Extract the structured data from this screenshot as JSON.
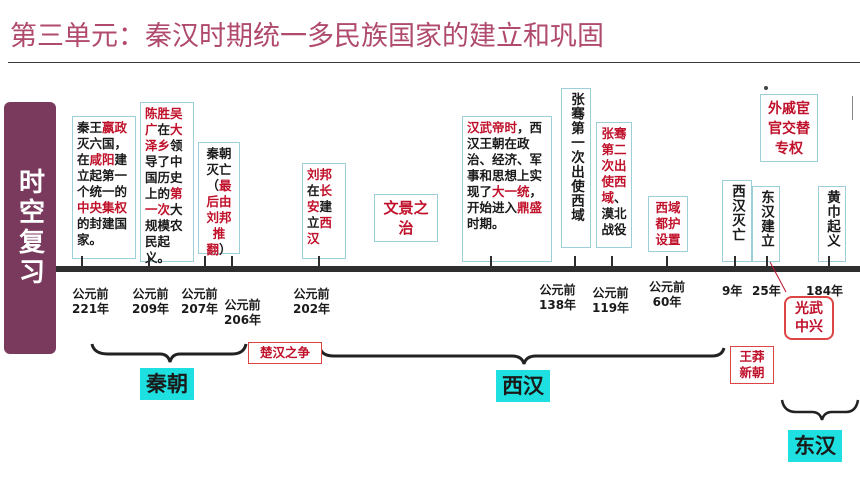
{
  "title": "第三单元：秦汉时期统一多民族国家的建立和巩固",
  "side_label": "时空复习",
  "events": {
    "qin_unify": {
      "p1": "秦王",
      "r1": "嬴政",
      "p2": "灭六国，在",
      "r2": "咸阳",
      "p3": "建立起第一个统一的",
      "r3": "中央集权",
      "p4": "的封建国家。"
    },
    "chen_wu": {
      "r1": "陈胜吴广",
      "p1": "在",
      "r2": "大泽乡",
      "p2": "领导了中国历史上的",
      "r3": "第一次",
      "p3": "大规模农民起义。"
    },
    "qin_fall": {
      "p1": "秦朝灭亡（",
      "r1": "最后由刘邦推翻",
      "p2": "）"
    },
    "liu_bang": {
      "r1": "刘邦",
      "p1": "在",
      "r2": "长安",
      "p2": "建立",
      "r3": "西汉"
    },
    "wenjing": "文景之治",
    "wudi": {
      "r1": "汉武帝时",
      "p1": "，西汉王朝在政治、经济、军事和思想上实现了",
      "r2": "大一统",
      "p2": "，开始进入",
      "r3": "鼎盛",
      "p3": "时期。"
    },
    "zhang_qian_1": "张骞第一次出使西域",
    "zhang_qian_2": {
      "r1": "张骞第二次出使西域",
      "p1": "、漠北战役"
    },
    "xiyu": "西域都护设置",
    "xihan_fall": "西汉灭亡",
    "donghan_found": "东汉建立",
    "waiqi": "外戚宦官交替专权",
    "huangjin": "黄巾起义"
  },
  "dates": [
    {
      "l1": "公元前",
      "l2": "221年"
    },
    {
      "l1": "公元前",
      "l2": "209年"
    },
    {
      "l1": "公元前",
      "l2": "207年"
    },
    {
      "l1": "公元前",
      "l2": "206年"
    },
    {
      "l1": "公元前",
      "l2": "202年"
    },
    {
      "l1": "公元前",
      "l2": "138年"
    },
    {
      "l1": "公元前",
      "l2": "119年"
    },
    {
      "l1": "公元前",
      "l2": "60年"
    },
    {
      "l1": "9年"
    },
    {
      "l1": "25年"
    },
    {
      "l1": "184年"
    }
  ],
  "periods": {
    "qin": "秦朝",
    "chuhan": "楚汉之争",
    "xihan": "西汉",
    "wangmang": "王莽新朝",
    "guangwu": "光武中兴",
    "donghan": "东汉"
  }
}
